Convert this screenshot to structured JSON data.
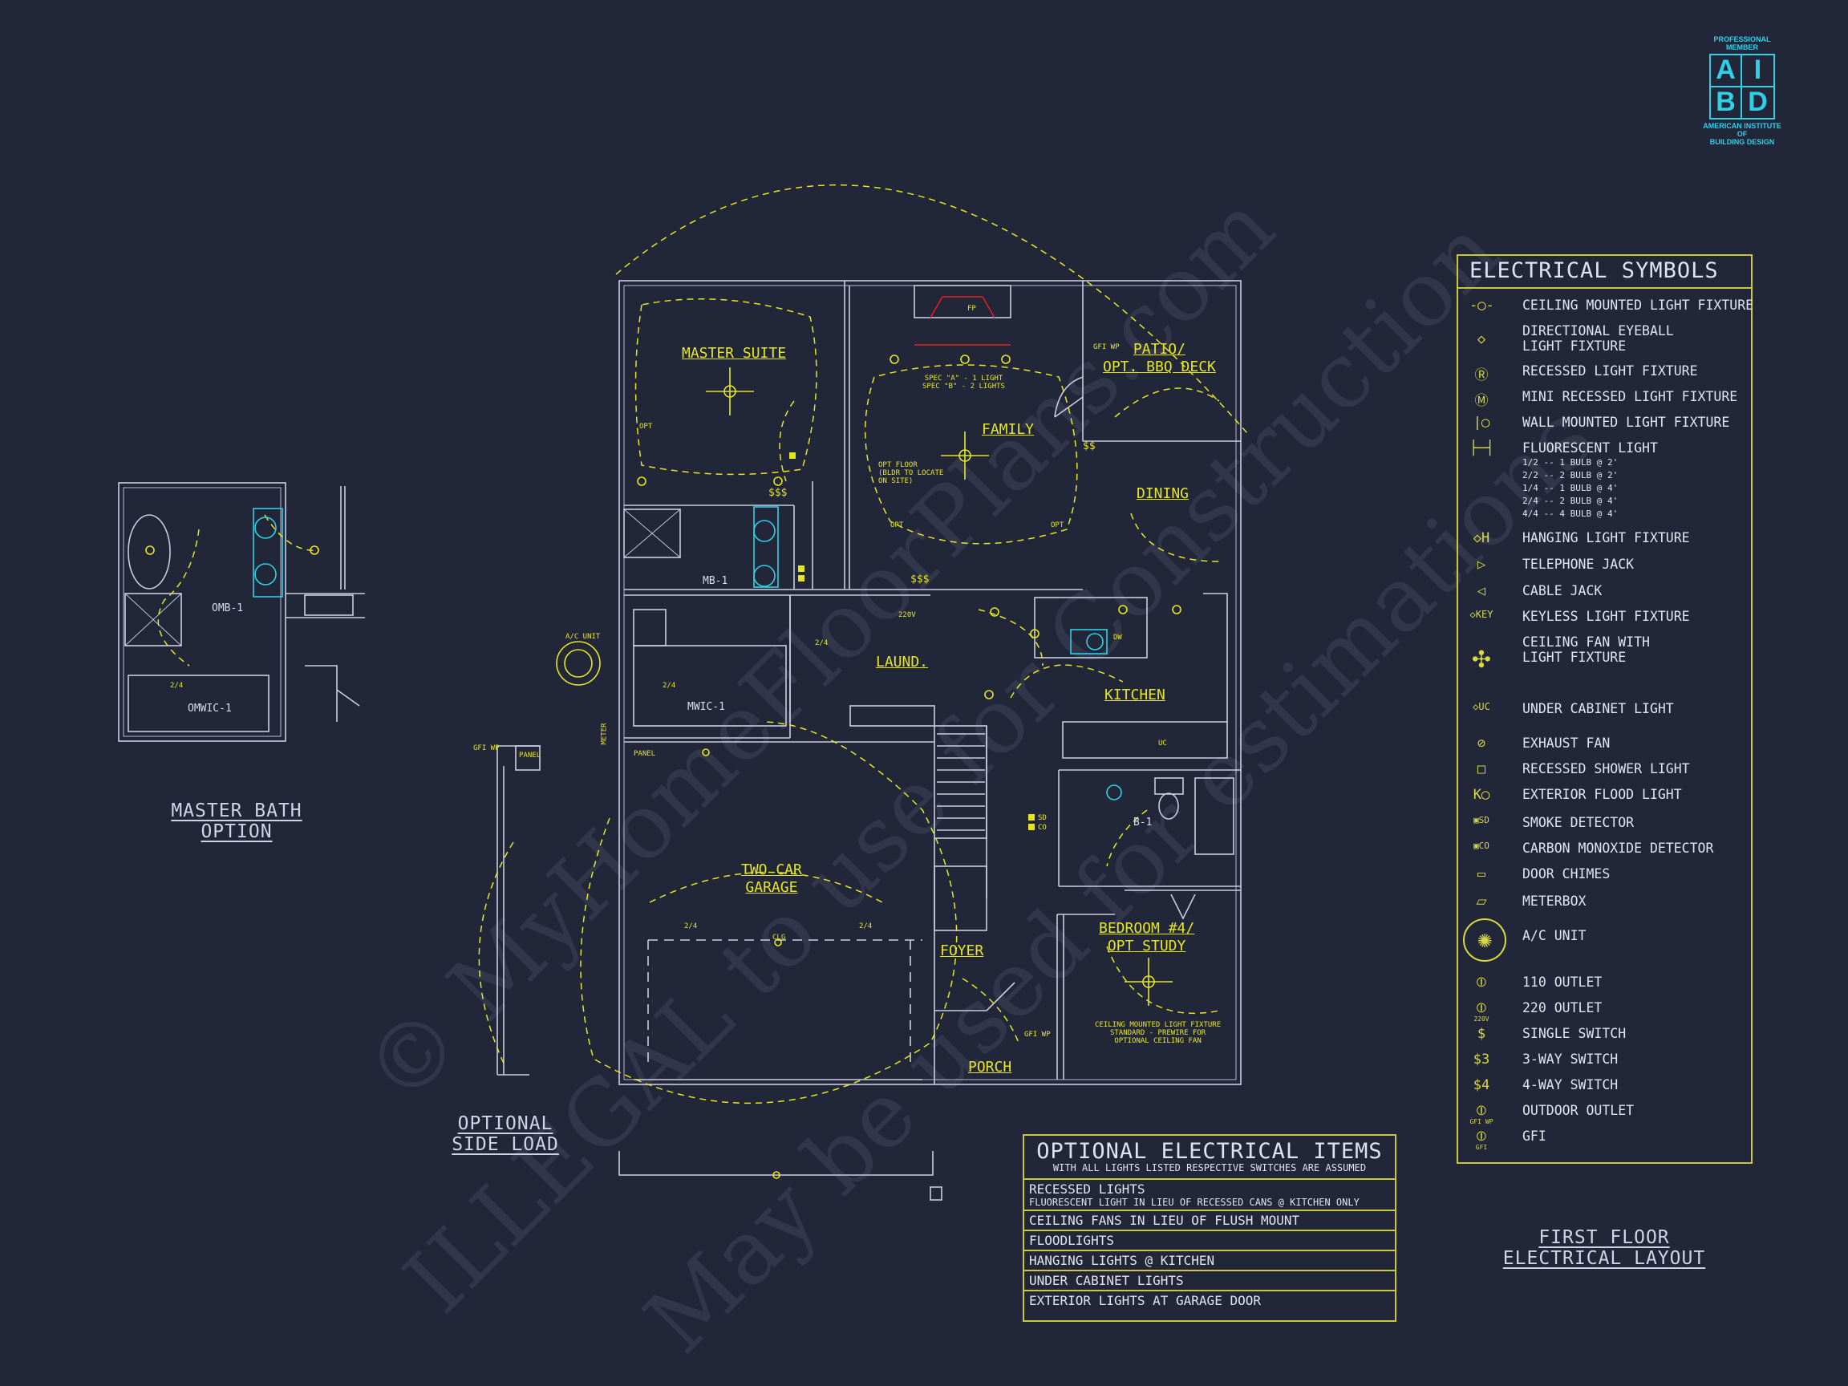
{
  "logo": {
    "top_text_1": "PROFESSIONAL",
    "top_text_2": "MEMBER",
    "letters": [
      "A",
      "I",
      "B",
      "D"
    ],
    "bottom_text_1": "AMERICAN INSTITUTE",
    "bottom_text_2": "OF",
    "bottom_text_3": "BUILDING DESIGN",
    "color": "#2fd0e6"
  },
  "watermark": {
    "line1": "© MyHomeFloorPlans.com",
    "line2": "ILLEGAL to use for Construction",
    "line3": "May be used for estimations"
  },
  "captions": {
    "master_bath": [
      "MASTER BATH",
      "OPTION"
    ],
    "side_load": [
      "OPTIONAL",
      "SIDE LOAD"
    ],
    "sheet_title": [
      "FIRST FLOOR",
      "ELECTRICAL LAYOUT"
    ]
  },
  "rooms": {
    "master_suite": "MASTER SUITE",
    "family": "FAMILY",
    "patio": [
      "PATIO/",
      "OPT. BBQ DECK"
    ],
    "dining": "DINING",
    "kitchen": "KITCHEN",
    "laund": "LAUND.",
    "two_car_garage": [
      "TWO CAR",
      "GARAGE"
    ],
    "foyer": "FOYER",
    "porch": "PORCH",
    "bedroom": [
      "BEDROOM #4/",
      "OPT STUDY"
    ],
    "mb1": "MB-1",
    "mwic1": "MWIC-1",
    "omb1": "OMB-1",
    "omwic1": "OMWIC-1",
    "b1": "B-1"
  },
  "notes": {
    "spec": [
      "SPEC \"A\" - 1 LIGHT",
      "SPEC \"B\" - 2 LIGHTS"
    ],
    "opt_floor": [
      "OPT FLOOR",
      "(BLDR TO LOCATE",
      "ON SITE)"
    ],
    "bedroom_note": [
      "CEILING MOUNTED LIGHT FIXTURE",
      "STANDARD - PREWIRE FOR",
      "OPTIONAL CEILING FAN"
    ],
    "ac_unit": "A/C UNIT",
    "meter": "METER",
    "panel": "PANEL",
    "gfi_wp": "GFI WP",
    "v220": "220V",
    "fp": "FP",
    "clg": "CLG",
    "sd": "SD",
    "co": "CO",
    "opt": "OPT",
    "dw": "DW",
    "uc": "UC",
    "d24": "2/4",
    "sss": "$$$",
    "ss": "$$"
  },
  "legend": {
    "title": "ELECTRICAL SYMBOLS",
    "items": [
      {
        "icon": "ceiling-light-icon",
        "glyph": "-◯-",
        "label": "CEILING MOUNTED LIGHT FIXTURE"
      },
      {
        "icon": "eyeball-light-icon",
        "glyph": "◇",
        "label": "DIRECTIONAL EYEBALL",
        "label2": "LIGHT FIXTURE"
      },
      {
        "icon": "recessed-light-icon",
        "glyph": "Ⓡ",
        "label": "RECESSED LIGHT FIXTURE"
      },
      {
        "icon": "mini-recessed-light-icon",
        "glyph": "Ⓜ",
        "label": "MINI RECESSED LIGHT FIXTURE"
      },
      {
        "icon": "wall-light-icon",
        "glyph": "|◯",
        "label": "WALL MOUNTED LIGHT FIXTURE"
      },
      {
        "icon": "fluorescent-light-icon",
        "glyph": "├─┤",
        "label": "FLUORESCENT LIGHT",
        "sub": [
          "1/2  -- 1 BULB @ 2'",
          "2/2  -- 2 BULB @ 2'",
          "1/4  -- 1 BULB @ 4'",
          "2/4  -- 2 BULB @ 4'",
          "4/4  -- 4 BULB @ 4'"
        ]
      },
      {
        "icon": "hanging-light-icon",
        "glyph": "◇H",
        "label": "HANGING LIGHT FIXTURE"
      },
      {
        "icon": "telephone-jack-icon",
        "glyph": "▷",
        "label": "TELEPHONE JACK"
      },
      {
        "icon": "cable-jack-icon",
        "glyph": "◁",
        "label": "CABLE JACK"
      },
      {
        "icon": "keyless-light-icon",
        "glyph": "◇KEY",
        "label": "KEYLESS LIGHT FIXTURE"
      },
      {
        "icon": "ceiling-fan-icon",
        "glyph": "✣",
        "label": "CEILING FAN WITH",
        "label2": "LIGHT FIXTURE"
      },
      {
        "icon": "under-cabinet-light-icon",
        "glyph": "◇UC",
        "label": "UNDER CABINET LIGHT"
      },
      {
        "icon": "exhaust-fan-icon",
        "glyph": "⊘",
        "label": "EXHAUST FAN"
      },
      {
        "icon": "shower-light-icon",
        "glyph": "□",
        "label": "RECESSED SHOWER LIGHT"
      },
      {
        "icon": "flood-light-icon",
        "glyph": "K◯",
        "label": "EXTERIOR FLOOD LIGHT"
      },
      {
        "icon": "smoke-detector-icon",
        "glyph": "▣SD",
        "label": "SMOKE DETECTOR"
      },
      {
        "icon": "co-detector-icon",
        "glyph": "▣CO",
        "label": "CARBON MONOXIDE DETECTOR"
      },
      {
        "icon": "door-chimes-icon",
        "glyph": "▭",
        "label": "DOOR CHIMES"
      },
      {
        "icon": "meterbox-icon",
        "glyph": "⏥",
        "label": "METERBOX"
      },
      {
        "icon": "ac-unit-icon",
        "glyph": "✺",
        "label": "A/C UNIT"
      },
      {
        "icon": "outlet-110-icon",
        "glyph": "⦶",
        "label": "110 OUTLET"
      },
      {
        "icon": "outlet-220-icon",
        "glyph": "⦶",
        "label": "220 OUTLET"
      },
      {
        "icon": "single-switch-icon",
        "glyph": "$",
        "label": "SINGLE SWITCH"
      },
      {
        "icon": "three-way-switch-icon",
        "glyph": "$3",
        "label": "3-WAY SWITCH"
      },
      {
        "icon": "four-way-switch-icon",
        "glyph": "$4",
        "label": "4-WAY SWITCH"
      },
      {
        "icon": "outdoor-outlet-icon",
        "glyph": "⦶",
        "label": "OUTDOOR OUTLET"
      },
      {
        "icon": "gfi-icon",
        "glyph": "⦶",
        "label": "GFI"
      }
    ],
    "glyph_tags": {
      "h": "H",
      "key": "KEY",
      "uc": "UC",
      "v220": "220V",
      "gfiwp": "GFI WP",
      "gfi": "GFI"
    }
  },
  "optional_items": {
    "title": "OPTIONAL ELECTRICAL ITEMS",
    "subtitle": "WITH ALL LIGHTS LISTED RESPECTIVE SWITCHES ARE ASSUMED",
    "rows": [
      {
        "label": "RECESSED LIGHTS",
        "sub": "FLUORESCENT LIGHT IN LIEU OF RECESSED CANS @ KITCHEN ONLY"
      },
      {
        "label": "CEILING FANS IN LIEU OF FLUSH MOUNT"
      },
      {
        "label": "FLOODLIGHTS"
      },
      {
        "label": "HANGING LIGHTS @ KITCHEN"
      },
      {
        "label": "UNDER CABINET LIGHTS"
      },
      {
        "label": "EXTERIOR LIGHTS AT GARAGE DOOR"
      }
    ]
  },
  "colors": {
    "background": "#222639",
    "wall": "#c9cde0",
    "wiring": "#e6e61e",
    "legend_border": "#c9c93a",
    "fixture_red": "#e02020",
    "fixture_cyan": "#2fd0e6"
  }
}
